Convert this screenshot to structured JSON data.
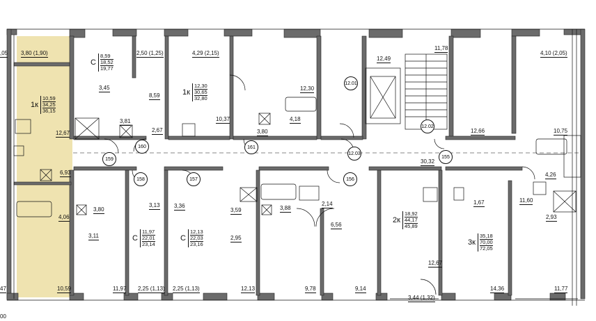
{
  "colors": {
    "wall": "#6b6b6b",
    "highlight": "#efe3b0",
    "line": "#111111"
  },
  "apartments": [
    {
      "id": "apt-left-1k",
      "code": "1к",
      "living": "10,59",
      "total": "34,25",
      "reduced": "36,15"
    },
    {
      "id": "apt-top-c",
      "code": "С",
      "living": "8,59",
      "total": "18,52",
      "reduced": "19,77"
    },
    {
      "id": "apt-top-1k",
      "code": "1к",
      "living": "12,30",
      "total": "30,65",
      "reduced": "32,80"
    },
    {
      "id": "apt-bottom-c-1",
      "code": "С",
      "living": "11,97",
      "total": "22,01",
      "reduced": "23,14"
    },
    {
      "id": "apt-bottom-c-2",
      "code": "С",
      "living": "12,13",
      "total": "22,03",
      "reduced": "23,16"
    },
    {
      "id": "apt-bottom-2k",
      "code": "2к",
      "living": "18,92",
      "total": "44,17",
      "reduced": "45,89"
    },
    {
      "id": "apt-bottom-3k",
      "code": "3к",
      "living": "35,18",
      "total": "70,00",
      "reduced": "72,05"
    }
  ],
  "areas": [
    {
      "text": ",05"
    },
    {
      "text": "3,80 (1,90)"
    },
    {
      "text": "2,50 (1,25)"
    },
    {
      "text": "4,29 (2,15)"
    },
    {
      "text": "12,49"
    },
    {
      "text": "11,78"
    },
    {
      "text": "4,10 (2,05)"
    },
    {
      "text": "3,45"
    },
    {
      "text": "8,59"
    },
    {
      "text": "12,30"
    },
    {
      "text": "10,37"
    },
    {
      "text": "4,18"
    },
    {
      "text": "3,81"
    },
    {
      "text": "2,67"
    },
    {
      "text": "3,80"
    },
    {
      "text": "12,67"
    },
    {
      "text": "12,66"
    },
    {
      "text": "10,75"
    },
    {
      "text": "6,93"
    },
    {
      "text": "30,32"
    },
    {
      "text": "4,26"
    },
    {
      "text": "3,80"
    },
    {
      "text": "3,13"
    },
    {
      "text": "3,36"
    },
    {
      "text": "3,59"
    },
    {
      "text": "3,88"
    },
    {
      "text": "2,14"
    },
    {
      "text": "1,67"
    },
    {
      "text": "11,60"
    },
    {
      "text": "2,93"
    },
    {
      "text": "4,06"
    },
    {
      "text": "3,11"
    },
    {
      "text": "2,95"
    },
    {
      "text": "6,56"
    },
    {
      "text": "12,67"
    },
    {
      "text": "47"
    },
    {
      "text": "10,59"
    },
    {
      "text": "11,97"
    },
    {
      "text": "2,25 (1,13)"
    },
    {
      "text": "2,25 (1,13)"
    },
    {
      "text": "12,13"
    },
    {
      "text": "9,78"
    },
    {
      "text": "9,14"
    },
    {
      "text": "3,44 (1,32)"
    },
    {
      "text": "14,36"
    },
    {
      "text": "11,77"
    },
    {
      "text": "00"
    }
  ],
  "markers": [
    "12.01",
    "12.02",
    "12.03",
    "155",
    "156",
    "157",
    "158",
    "159",
    "160",
    "161"
  ]
}
